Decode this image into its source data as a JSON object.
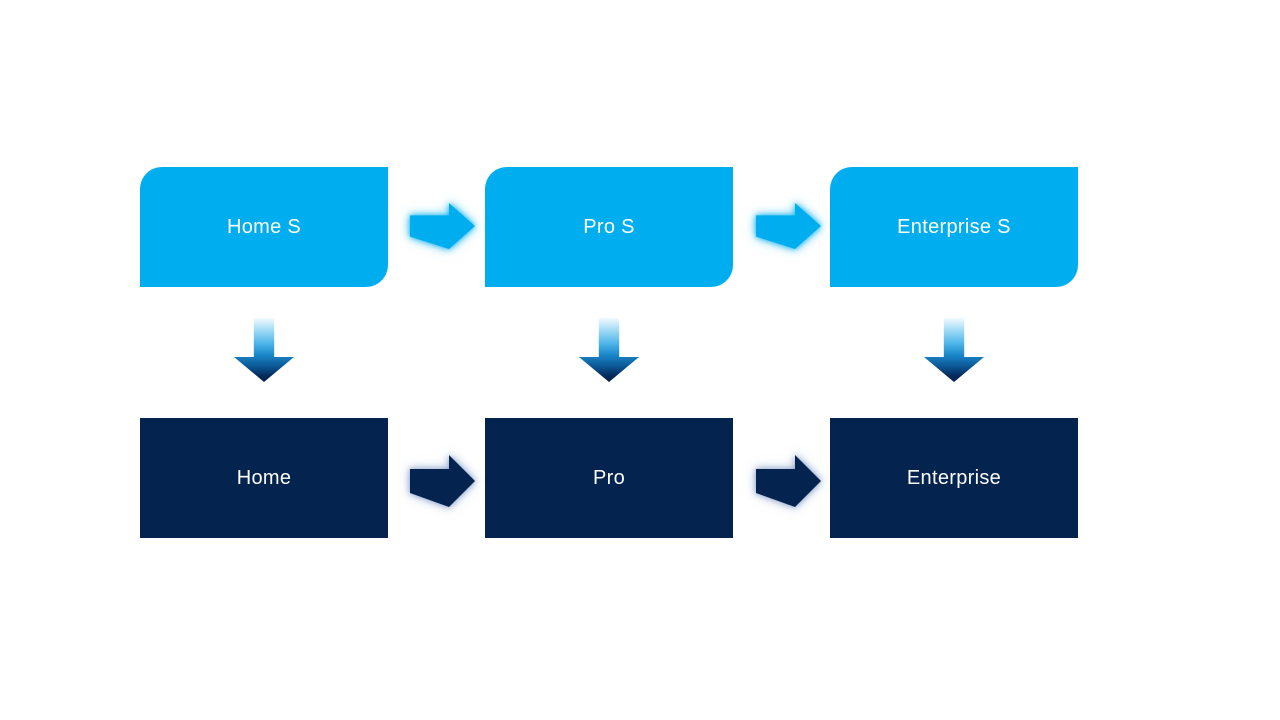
{
  "diagram": {
    "background_color": "#FFFFFF",
    "colors": {
      "top_node_fill": "#00AEEF",
      "bottom_node_fill": "#04234E",
      "node_text": "#FFFFFF",
      "top_arrow_glow": "#00AEEF",
      "bottom_arrow_glow": "#829BC8"
    },
    "top_row": [
      {
        "label": "Home S"
      },
      {
        "label": "Pro S"
      },
      {
        "label": "Enterprise S"
      }
    ],
    "bottom_row": [
      {
        "label": "Home"
      },
      {
        "label": "Pro"
      },
      {
        "label": "Enterprise"
      }
    ],
    "edges": {
      "top_horizontal": [
        "Home S → Pro S",
        "Pro S → Enterprise S"
      ],
      "bottom_horizontal": [
        "Home → Pro",
        "Pro → Enterprise"
      ],
      "vertical": [
        "Home S → Home",
        "Pro S → Pro",
        "Enterprise S → Enterprise"
      ]
    }
  }
}
